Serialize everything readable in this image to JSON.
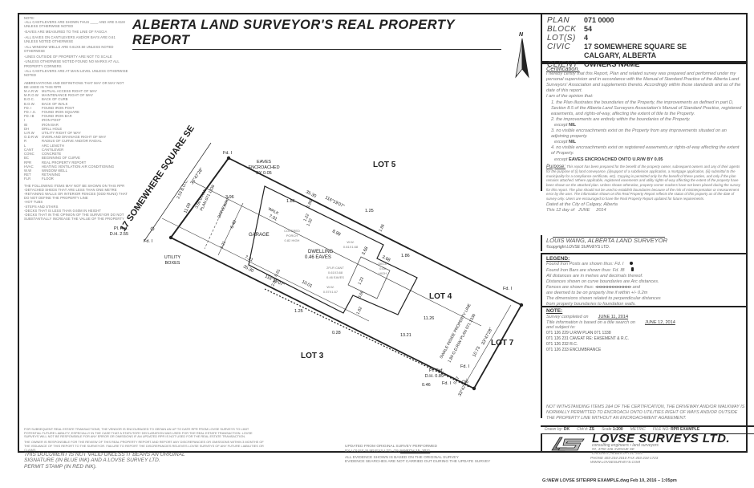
{
  "header": {
    "title": "ALBERTA LAND SURVEYOR'S REAL PROPERTY REPORT",
    "north_label": "N"
  },
  "info": {
    "plan_label": "PLAN",
    "plan": "071 0000",
    "block_label": "BLOCK",
    "block": "54",
    "lots_label": "LOT(S)",
    "lots": "4",
    "civic_label": "CIVIC",
    "civic_line1": "17 SOMEWHERE SQUARE SE",
    "civic_line2": "CALGARY, ALBERTA",
    "client_label": "CLIENT",
    "client": "OWNERS NAME"
  },
  "notes": {
    "heading": "NOTE:",
    "items": [
      "-ALL CANTILEVERS ARE SHOWN THUS ____ AND ARE 0.61m UNLESS OTHERWISE NOTED",
      "-EAVES ARE MEASURED TO THE LINE OF FASCIA",
      "-ALL EAVES ON CANTILEVERS AND/OR BAYS ARE 0.61 UNLESS NOTED OTHERWISE",
      "-ALL WINDOW WELLS ARE 0.61X0.50 UNLESS NOTED OTHERWISE",
      "-LINES OUTSIDE OF PROPERTY ARE NOT TO SCALE",
      "-UNLESS OTHERWISE NOTED FOUND NO MARKS AT ALL PROPERTY CORNERS",
      "-ALL CANTILEVERS ARE AT MAIN LEVEL UNLESS OTHERWISE NOTED"
    ],
    "abbr_heading": "ABBREVIATIONS AND DEFINITIONS THAT MAY OR MAY NOT BE USED IN THIS RPR",
    "abbreviations": [
      {
        "k": "M.A.R.W",
        "v": "MUTUAL ACCESS RIGHT OF WAY"
      },
      {
        "k": "M.R.O.W",
        "v": "MAINTENANCE RIGHT OF WAY"
      },
      {
        "k": "B.O.C.",
        "v": "BACK OF CURB"
      },
      {
        "k": "B.O.W.",
        "v": "BACK OF WALK"
      },
      {
        "k": "Fd. I",
        "v": "FOUND IRON POST"
      },
      {
        "k": "Fd. I.S.",
        "v": "FOUND IRON SQUARE"
      },
      {
        "k": "Fd. IB",
        "v": "FOUND IRON BAR"
      },
      {
        "k": "I",
        "v": "IRON POST"
      },
      {
        "k": "IB",
        "v": "IRON BAR"
      },
      {
        "k": "DH",
        "v": "DRILL HOLE"
      },
      {
        "k": "U.R.W",
        "v": "UTILITY RIGHT OF WAY"
      },
      {
        "k": "O.D.R.W",
        "v": "OVERLAND DRAINAGE RIGHT OF WAY"
      },
      {
        "k": "R",
        "v": "RADIUS OF CURVE AND/OR RADIAL"
      },
      {
        "k": "L",
        "v": "ARC LENGTH"
      },
      {
        "k": "CANT",
        "v": "CANTILEVER"
      },
      {
        "k": "CONC",
        "v": "CONCRETE"
      },
      {
        "k": "BC",
        "v": "BEGINNING OF CURVE"
      },
      {
        "k": "RPR",
        "v": "REAL PROPERTY REPORT"
      },
      {
        "k": "HVAC",
        "v": "HEATING VENTILATION AIR CONDITIONING"
      },
      {
        "k": "W.W",
        "v": "WINDOW WELL"
      },
      {
        "k": "RET",
        "v": "RETAINING"
      },
      {
        "k": "FLR",
        "v": "FLOOR"
      }
    ],
    "excluded_heading": "THE FOLLOWING ITEMS MAY NOT BE SHOWN ON THIS RPR",
    "excluded": [
      "-DETACHED SHEDS THAT ARE LESS THAN ONE METRE",
      "-RETAINING WALLS OR INTERIOR FENCES (ODD RUNS) THAT DO NOT DEFINE THE PROPERTY LINE",
      "-HOT TUBS",
      "-STEPS AND STAIRS",
      "-DECKS THAT IS LESS THAN 0.60m IN HEIGHT",
      "-DECKS THAT IN THE OPINION OF THE SURVEYOR DO NOT SUBSTANTIALLY INCREASE THE VALUE OF THE PROPERTY"
    ]
  },
  "plan": {
    "street": "17 SOMEWHERE SQUARE SE",
    "lots": {
      "lot5": "LOT 5",
      "lot4": "LOT 4",
      "lot3": "LOT 3",
      "lot7": "LOT 7"
    },
    "labels": {
      "fd1": "Fd. I",
      "eaves_encroached": [
        "EAVES",
        "ENCROACHED",
        "BY 0.05"
      ],
      "garage": "GARAGE",
      "dwelling": "DWELLING",
      "dwelling_eaves": "0.46 EAVES",
      "driveway": "DRIVEWAY",
      "walk": "WALK",
      "covered_porch": [
        "COVERED",
        "PORCH",
        "0.82 HIGH"
      ],
      "deck": [
        "DECK",
        "0.68",
        "HIGH"
      ],
      "cant": [
        "2FLR CANT",
        "0.61X3.68",
        "0.46 EAVES"
      ],
      "ww1": [
        "W.W.",
        "0.61X1.68"
      ],
      "ww2": [
        "W.W.",
        "0.57X1.67"
      ],
      "utility_boxes": [
        "UTILITY",
        "BOXES"
      ],
      "pl_ref_1": [
        "Pl. Ref.",
        "D.H. 2.55"
      ],
      "pl_ref_2": [
        "Pl. Ref.",
        "D.H. 0.89"
      ],
      "urw_front": [
        "3.50 U.R/W",
        "PLAN 071 1338"
      ],
      "urw_rear": "1.80 O.D.R/W PLAN 071 1339",
      "swale": "SWALE INSIDE PROPERTY LINE",
      "boc": "2.53 B.O.C.",
      "front_dim": "11.09",
      "front_bearing": "33°47'28\"",
      "rear_dim": "10.73",
      "rear_bearing": "33°47'28\""
    },
    "dimensions": {
      "side_length": "35.30",
      "side_bearing": "116°19'07\"",
      "d_3_96": "3.96",
      "d_1_86a": "1.86",
      "d_1_86b": "1.86",
      "d_1_86c": "1.86",
      "d_1_86d": "1.86",
      "d_7_01": "7.01",
      "d_6_40": "6.40",
      "d_1_22": "1.22",
      "d_1_32": "1.32",
      "d_1_25a": "1.25",
      "d_1_25b": "1.25",
      "d_8_99": "8.99",
      "d_3_68a": "3.68",
      "d_3_68b": "3.68",
      "d_1_23": "1.23",
      "d_3_66": "3.66",
      "d_1_82": "1.82",
      "d_11_26": "11.26",
      "d_13_21": "13.21",
      "d_7_21": "7.21",
      "d_2_00": "2.00",
      "d_0_61": "0.61",
      "d_10_01": "10.01",
      "d_0_28": "0.28",
      "d_0_46": "0.46",
      "d_0_37": "0.37",
      "d_1_21": "1.21"
    }
  },
  "certification": {
    "heading": "Certification.",
    "intro": "I hereby certify that this Report, Plan and related survey was prepared and performed under my personal supervision and in accordance with the Manual of Standard Practice of the Alberta Land Surveyors' Association and supplements thereto. Accordingly within those standards and as of the date of this report.",
    "opinion": "I am of the opinion that:",
    "item1": "1. the Plan illustrates the boundaries of the Property, the improvements as defined in part D, Section 8.5 of the Alberta Land Surveyors Association's Manual of Standard Practice, registered easements, and rights-of-way, affecting the extent of title to the Property.",
    "item2": "2. the improvements are entirely within the boundaries of the Property.",
    "item2_except": "NIL",
    "item3": "3. no visible encroachments exist on the Property from any improvements situated on an adjoining property.",
    "item3_except": "NIL",
    "item4": "4. no visible encroachments exist on registered easements,or rights-of-way affecting the extent of Property.",
    "item4_except": "EAVES ENCROACHED ONTO U.R/W BY 0.05",
    "except_label": "except",
    "purpose_label": "Purpose:",
    "purpose": "This report has been prepared for the benefit of the property owner, subsequent owners and any of their agents for the purpose of (i) land conveyance, (ii)support of a subdivision application, a mortgage application, (iii) submittal to the municipality for a compliance certificate, etc). Copying is permitted only for the benefit of these parties, and only if the plan remains attached. Where applicable, registered easements and utility rights-of-way affecting the extent of the property have been shown on the attached plan. Unless shown otherwise, property corner markers have not been placed during the survey for this report. The plan should not be used to establish boundaries because of the risk of misinterpretation or measurement error by the user. The information shown on this Real Property Report reflects the status of this property as of the date of survey only. Users are encouraged to have the Real Property Report updated for future requirements.",
    "dated_line1": "Dated at the City of Calgary, Alberta",
    "dated_line2_pre": "This 12  day of",
    "dated_month": "JUNE",
    "dated_year": "2014"
  },
  "signature": {
    "name": "LOUIS WANG, ALBERTA LAND SURVEYOR",
    "copyright": "©copyright LOVSE SURVEYS LTD."
  },
  "legend": {
    "heading": "LEGEND:",
    "posts": "Found Iron Posts are shown thus: Fd. I",
    "bars": "Found Iron Bars are shown thus:  Fd. IB",
    "metres": "All distances are in metres and decimals thereof.",
    "arc": "Distances shown on curve boundaries are Arc distances.",
    "fences_pre": "Fences are shown thus:",
    "fences_post": "and",
    "fences_line2": "are deemed to be on property line if within +/- 0.2m",
    "perp": "The dimensions shown related to perpendicular distances",
    "perp2": "from property boundaries to foundation walls."
  },
  "note": {
    "heading": "NOTE:",
    "survey_completed_label": "Survey completed on",
    "survey_completed": "JUNE 11, 2014",
    "title_search_label": "Title information is based on a title search on",
    "title_search": "JUNE 12, 2014",
    "subject_to": "and subject to:",
    "instruments": [
      "071 126 229 U.R/W PLAN 071 1338",
      "071 126 231 CAVEAT RE: EASEMENT & R.C.",
      "071 126 232 R.C.",
      "071 126 233 ENCUMBRANCE"
    ],
    "notwithstanding": "NOT WITHSTANDING ITEMS 2&4 OF THE CERTIFICATION, THE DRIVEWAY AND/OR WALKWAY IS NORMALLY PERMITTED TO ENCROACH ONTO UTILITIES RIGHT OF WAYS AND/OR OUTSIDE THE PROPERTY LINE WITHOUT AN ENCROACHMENT AGREEMENT."
  },
  "drawing_info": {
    "drawn_label": "Drawn by:",
    "drawn": "DK",
    "checked_label": "Chk'd:",
    "checked": "ZS",
    "scale_label": "Scale",
    "scale": "1:200",
    "units": "METRIC",
    "file_label": "FILE NO:",
    "file": "RPR EXAMPLE"
  },
  "company": {
    "name": "LOVSE SURVEYS LTD.",
    "tagline": "consulting engineers  •  land surveyors",
    "address1": "#2, 4750 106 AVENUE SE",
    "address2": "CALGARY, ALBERTA  T2C 3G5",
    "phone": "PHONE 403-234-2010   FAX  403-234-1723",
    "web": "WWW.LOVSESURVEYS.COM"
  },
  "footer": {
    "file_path": "G:\\NEW LOVSE SITE\\RPR EXAMPLE.dwg Feb 10, 2016 – 1:05pm",
    "disclaimer1": "FOR SUBSEQUENT REAL ESTATE TRANSACTIONS, THE VENDOR IS ENCOURAGED TO OBTAIN AN UP TO DATE RPR FROM LOVSE SURVEYS TO LIMIT POTENTIAL FUTURE LIABILITY, ESPECIALLY IN THE CASE THAT A STATUTORY DECLARATION WAS USED FOR THE REAL ESTATE TRANSACTION. LOVSE SURVEYS WILL NOT BE RESPONSIBLE FOR ANY ERROR OR OMISSIONS IF AN UPDATED RPR IS NOT USED FOR THE REAL ESTATE TRANSACTION.",
    "disclaimer2": "THE OWNER IS RESPONSIBLE FOR THE REVIEW OF THIS REAL PROPERTY REPORT AND REPORT ANY DISCREPANCIES OR OMISSIONS WITHIN 3 MONTHS OF THE ISSUANCE OF THIS REPORT TO THE SURVEYOR. FAILURE TO REPORT THE DISCREPANCIES RELIEVES LOVSE SURVEYS OF ANY FUTURE LIABILITIES OR CLAIMS.",
    "valid_line1": "THIS DOCUMENT IS NOT VALID UNLESS IT BEARS AN ORIGINAL",
    "valid_line2": "SIGNATURE (IN BLUE INK) AND A LOVSE SURVEY LTD.",
    "valid_line3": "PERMIT STAMP (IN RED INK).",
    "updated_line1": "UPDATED FROM ORIGINAL SURVEY PERFORMED",
    "updated_line2_pre": "BY LOVSE SURVEYS LTD. ON",
    "updated_date": "MARCH 15, 2011",
    "updated_line3": "ALL EVIDENCE SHOWN IS BASED ON THE ORIGINAL SURVEY",
    "updated_line4": "EVIDENCE SEARCHES ARE NOT CARRIED OUT DURING THE UPDATE SURVEY"
  }
}
